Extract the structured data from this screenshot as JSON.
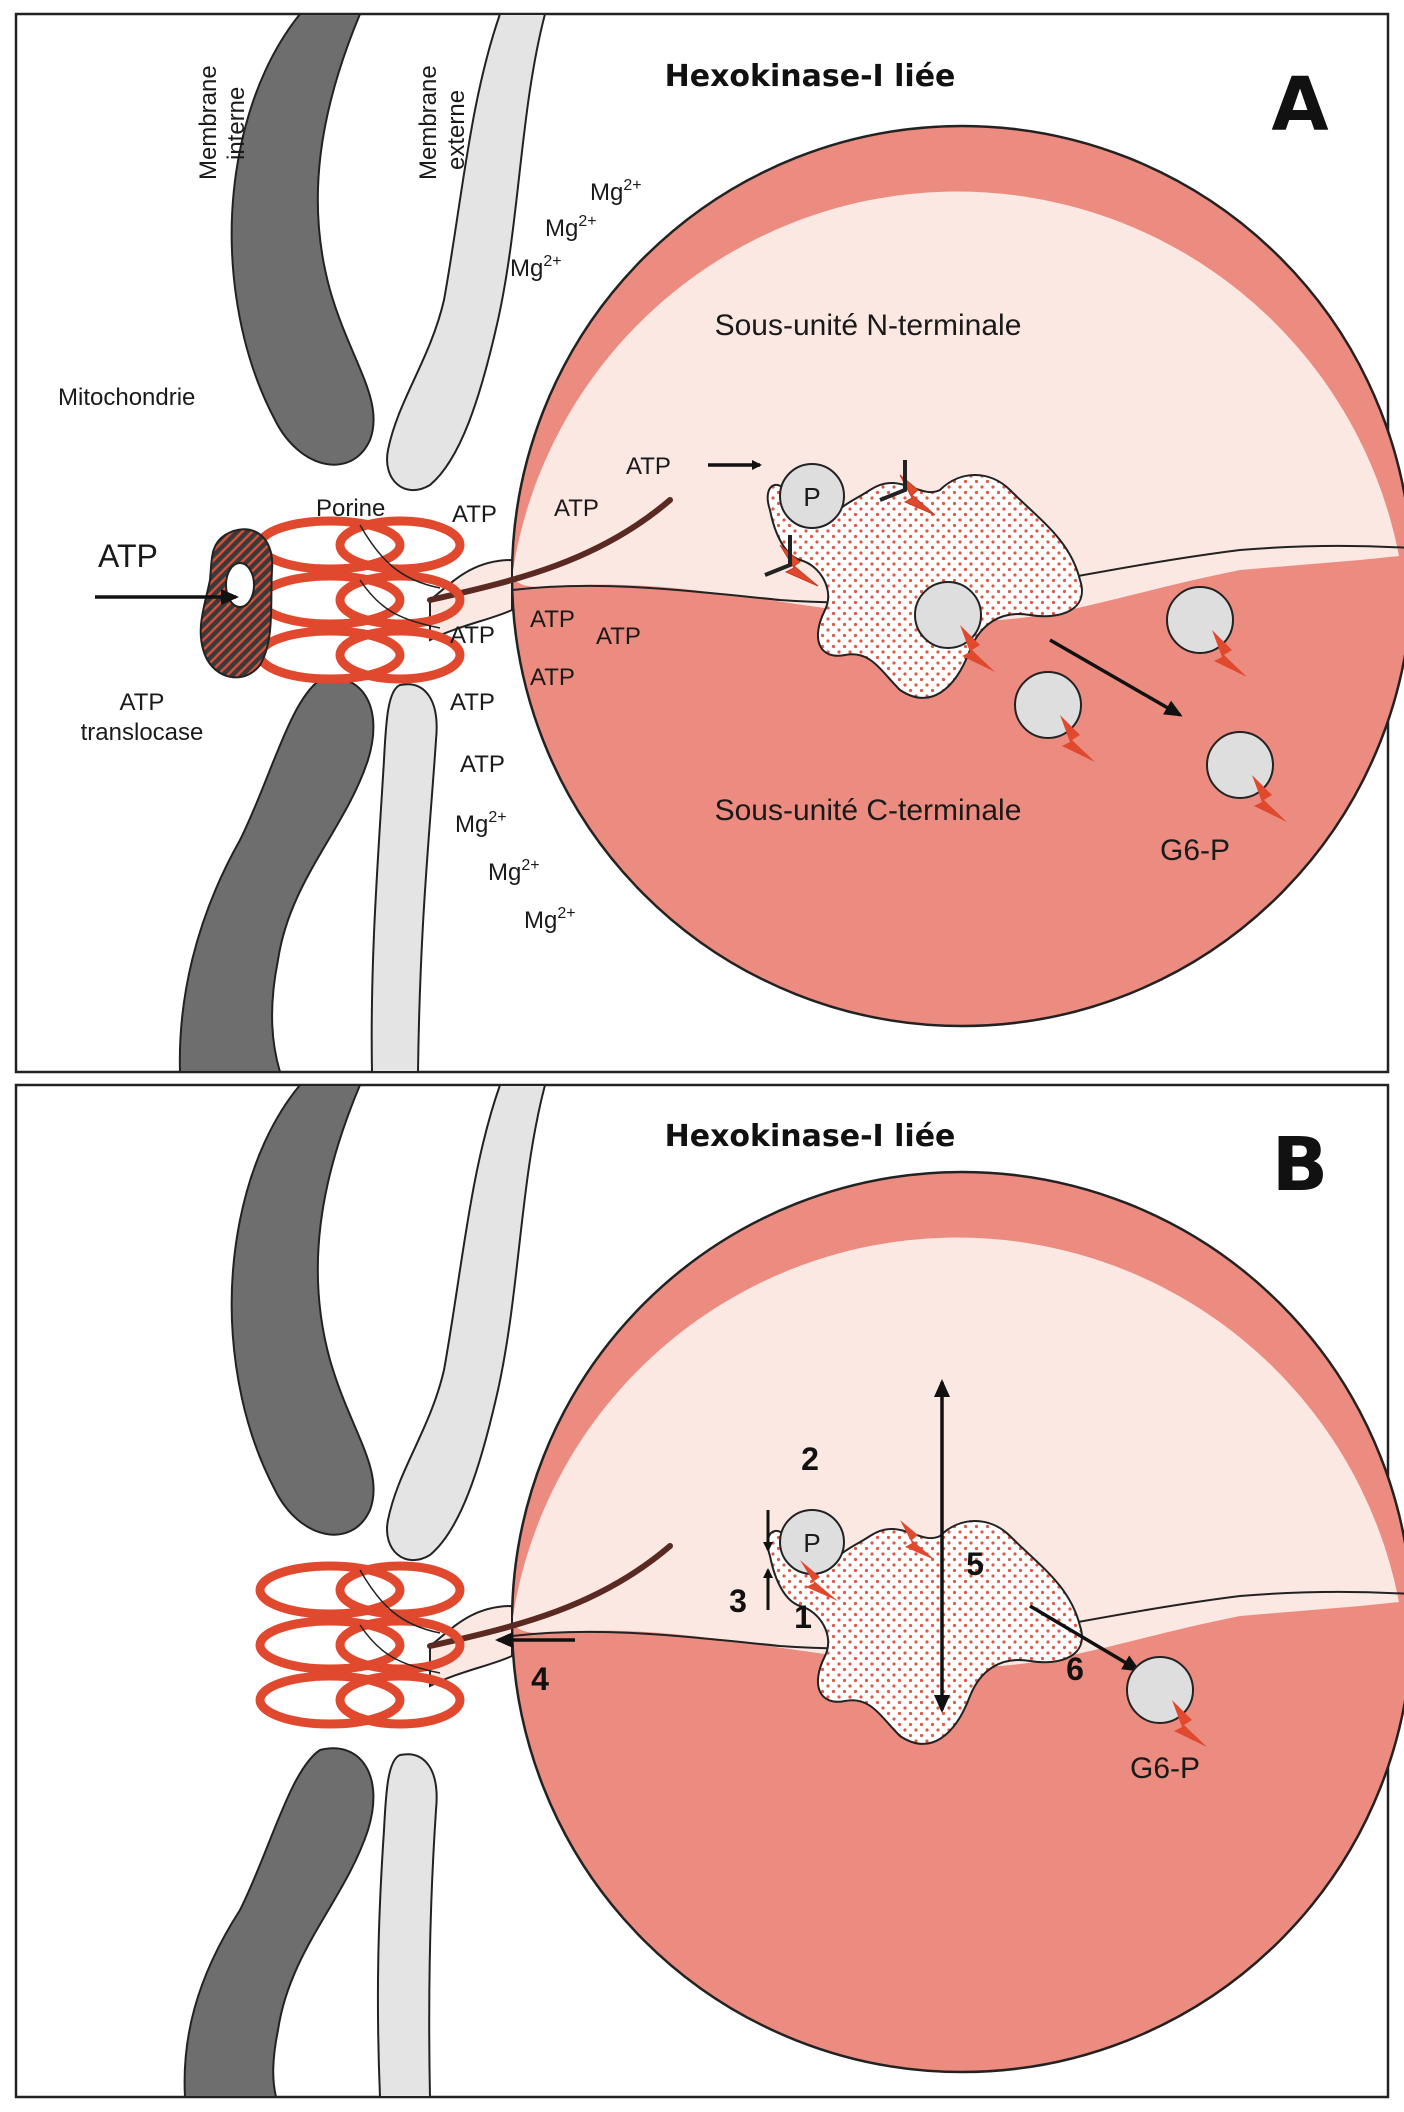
{
  "colors": {
    "inner_membrane": "#6e6e6e",
    "outer_membrane": "#e4e4e4",
    "porin": "#e0492e",
    "n_subunit": "#fbe8e3",
    "c_subunit": "#ec8c80",
    "dots": "#e05a48",
    "tail": "#5a2a22"
  },
  "panel_a": {
    "title": "Hexokinase-I liée",
    "letter": "A",
    "membrane_interne": [
      "Membrane",
      "interne"
    ],
    "membrane_externe": [
      "Membrane",
      "externe"
    ],
    "mitochondrie": "Mitochondrie",
    "porine": "Porine",
    "atp_main": "ATP",
    "atp_translocase": [
      "ATP",
      "translocase"
    ],
    "n_terminal": "Sous-unité N-terminale",
    "c_terminal": "Sous-unité C-terminale",
    "g6p": "G6-P",
    "p": "P",
    "atp": "ATP",
    "mg_base": "Mg",
    "mg_sup": "2+"
  },
  "panel_b": {
    "title": "Hexokinase-I liée",
    "letter": "B",
    "p": "P",
    "g6p": "G6-P",
    "steps": [
      "1",
      "2",
      "3",
      "4",
      "5",
      "6"
    ]
  }
}
